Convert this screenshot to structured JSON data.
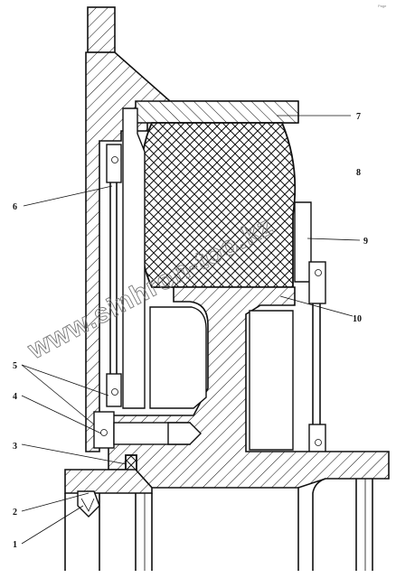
{
  "labels": {
    "l1": "1",
    "l2": "2",
    "l3": "3",
    "l4": "4",
    "l5": "5",
    "l6": "6",
    "l7": "7",
    "l8": "8",
    "l9": "9",
    "l10": "10"
  },
  "watermark": "www.sinhron-too.kz",
  "corner_mark": "Page"
}
